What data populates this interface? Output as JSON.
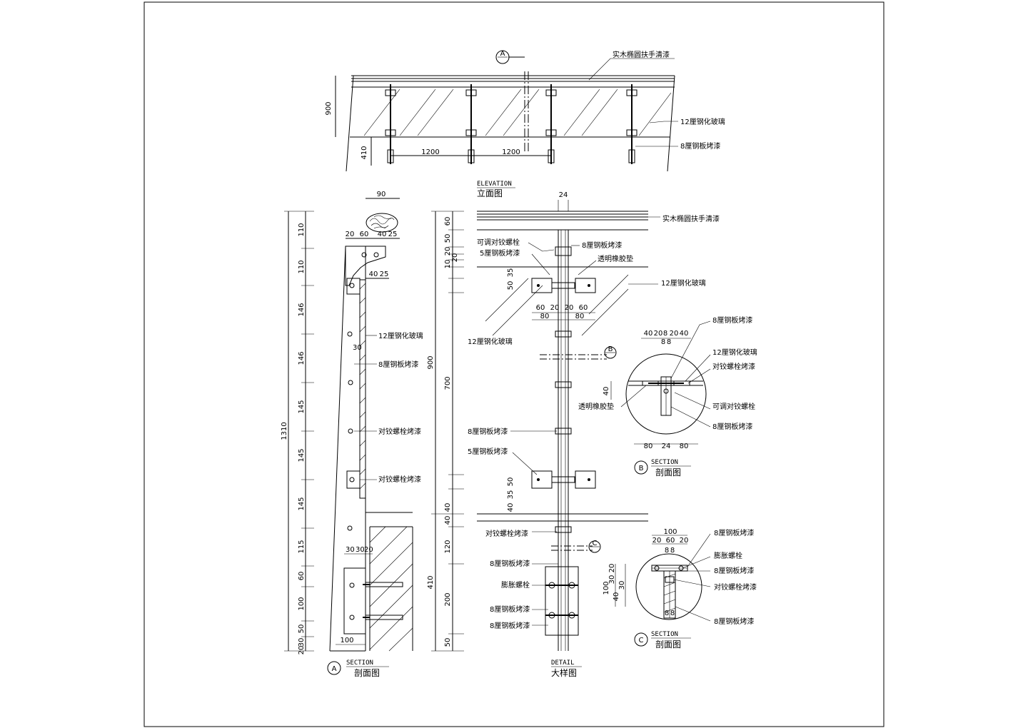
{
  "elevation": {
    "title_en": "ELEVATION",
    "title_cn": "立面图",
    "marker": "A",
    "callouts": [
      "实木椭圆扶手清漆",
      "12厘钢化玻璃",
      "8厘钢板烤漆"
    ],
    "dims": [
      "900",
      "410",
      "1200",
      "1200"
    ]
  },
  "sectionA": {
    "title_en": "SECTION",
    "title_cn": "剖面图",
    "marker": "A",
    "callouts": [
      "12厘钢化玻璃",
      "8厘钢板烤漆",
      "对铰螺栓烤漆",
      "对铰螺栓烤漆"
    ],
    "top_dims": [
      "90",
      "20",
      "60",
      "40",
      "25",
      "40",
      "25",
      "30",
      "30",
      "30",
      "20",
      "100"
    ],
    "left_dims": [
      "110",
      "110",
      "146",
      "146",
      "145",
      "145",
      "145",
      "115",
      "60",
      "100",
      "50",
      "30",
      "20"
    ],
    "total": "1310"
  },
  "detail": {
    "title_en": "DETAIL",
    "title_cn": "大样图",
    "marker_b": "B",
    "marker_c": "C",
    "callouts": [
      "实木椭圆扶手清漆",
      "可调对铰螺栓",
      "8厘钢板烤漆",
      "5厘钢板烤漆",
      "透明橡胶垫",
      "12厘钢化玻璃",
      "12厘钢化玻璃",
      "8厘钢板烤漆",
      "5厘钢板烤漆",
      "对铰螺栓烤漆",
      "8厘钢板烤漆",
      "膨胀螺栓",
      "8厘钢板烤漆",
      "8厘钢板烤漆"
    ],
    "dims": [
      "24",
      "60",
      "50",
      "20",
      "10",
      "20",
      "35",
      "50",
      "60",
      "20",
      "20",
      "60",
      "80",
      "80",
      "900",
      "700",
      "50",
      "35",
      "40",
      "40",
      "40",
      "120",
      "410",
      "200",
      "50"
    ]
  },
  "sectionB": {
    "title_en": "SECTION",
    "title_cn": "剖面图",
    "marker": "B",
    "callouts": [
      "8厘钢板烤漆",
      "12厘钢化玻璃",
      "对铰螺栓烤漆",
      "透明橡胶垫",
      "可调对铰螺栓",
      "8厘钢板烤漆"
    ],
    "dims": [
      "40",
      "20",
      "8",
      "20",
      "40",
      "8",
      "8",
      "40",
      "80",
      "24",
      "80"
    ]
  },
  "sectionC": {
    "title_en": "SECTION",
    "title_cn": "剖面图",
    "marker": "C",
    "callouts": [
      "8厘钢板烤漆",
      "膨胀螺栓",
      "8厘钢板烤漆",
      "对铰螺栓烤漆",
      "8厘钢板烤漆"
    ],
    "dims": [
      "100",
      "20",
      "60",
      "20",
      "8",
      "8",
      "20",
      "30",
      "30",
      "100",
      "40",
      "8",
      "8"
    ]
  }
}
